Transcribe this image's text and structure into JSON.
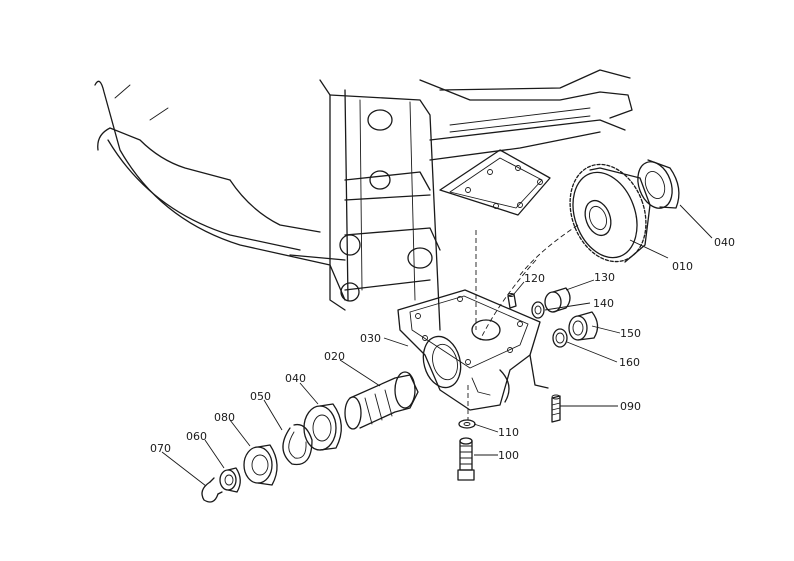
{
  "callouts": [
    {
      "id": "c010a",
      "text": "010"
    },
    {
      "id": "c040a",
      "text": "040"
    },
    {
      "id": "c120",
      "text": "120"
    },
    {
      "id": "c130",
      "text": "130"
    },
    {
      "id": "c140",
      "text": "140"
    },
    {
      "id": "c150",
      "text": "150"
    },
    {
      "id": "c160",
      "text": "160"
    },
    {
      "id": "c030",
      "text": "030"
    },
    {
      "id": "c020",
      "text": "020"
    },
    {
      "id": "c040b",
      "text": "040"
    },
    {
      "id": "c050",
      "text": "050"
    },
    {
      "id": "c080",
      "text": "080"
    },
    {
      "id": "c060",
      "text": "060"
    },
    {
      "id": "c070",
      "text": "070"
    },
    {
      "id": "c090",
      "text": "090"
    },
    {
      "id": "c110",
      "text": "110"
    },
    {
      "id": "c100",
      "text": "100"
    }
  ],
  "colors": {
    "ink": "#1a1a1a",
    "background": "#ffffff"
  }
}
